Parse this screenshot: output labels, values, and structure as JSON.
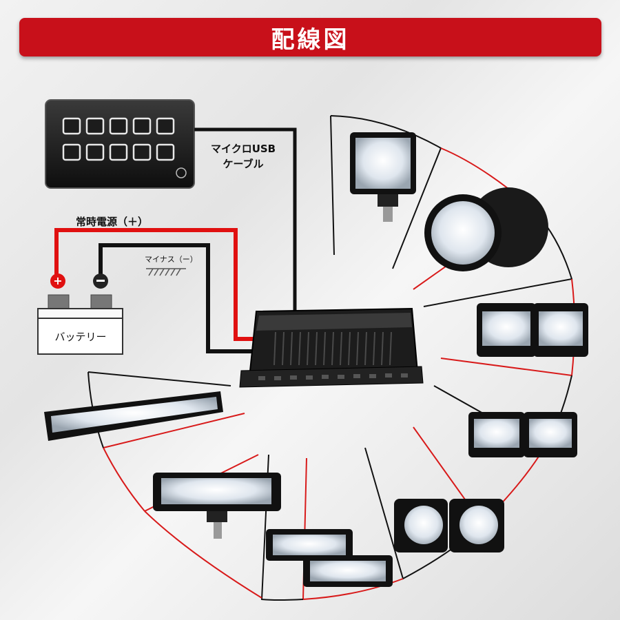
{
  "header": {
    "title": "配線図"
  },
  "labels": {
    "usb_cable_line1": "マイクロUSB",
    "usb_cable_line2": "ケーブル",
    "power_plus": "常時電源（＋）",
    "ground_minus": "マイナス（ー）",
    "battery": "バッテリー"
  },
  "colors": {
    "banner": "#c8101a",
    "power_wire": "#e01010",
    "ground_wire": "#111111",
    "segment_wire": "#d81a1a"
  },
  "icons": [
    "switch-panel-icon",
    "battery-icon",
    "controller-box-icon",
    "led-light-icon"
  ],
  "lights": [
    "square-work-light",
    "round-driving-lights",
    "dual-cube-lights",
    "twin-pod-lights",
    "round-pod-lights",
    "short-light-bars",
    "medium-light-bar",
    "long-light-bar"
  ]
}
